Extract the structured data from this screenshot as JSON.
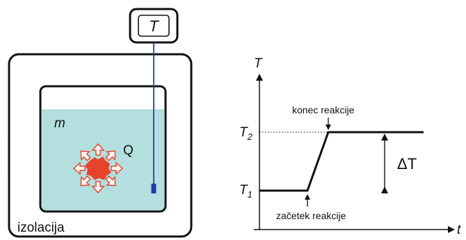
{
  "calorimeter": {
    "thermometer_label": "T",
    "mass_label": "m",
    "heat_label": "Q",
    "insulation_label": "izolacija",
    "colors": {
      "water": "#b3e0df",
      "sample": "#e8432a",
      "arrow_stroke": "#e8432a",
      "probe": "#1f3aa8"
    }
  },
  "graph": {
    "y_axis_label": "T",
    "x_axis_label": "t",
    "t1_label": "T",
    "t1_sub": "1",
    "t2_label": "T",
    "t2_sub": "2",
    "delta_label": "ΔT",
    "reaction_end_label": "konec reakcije",
    "reaction_start_label": "začetek reakcije"
  }
}
